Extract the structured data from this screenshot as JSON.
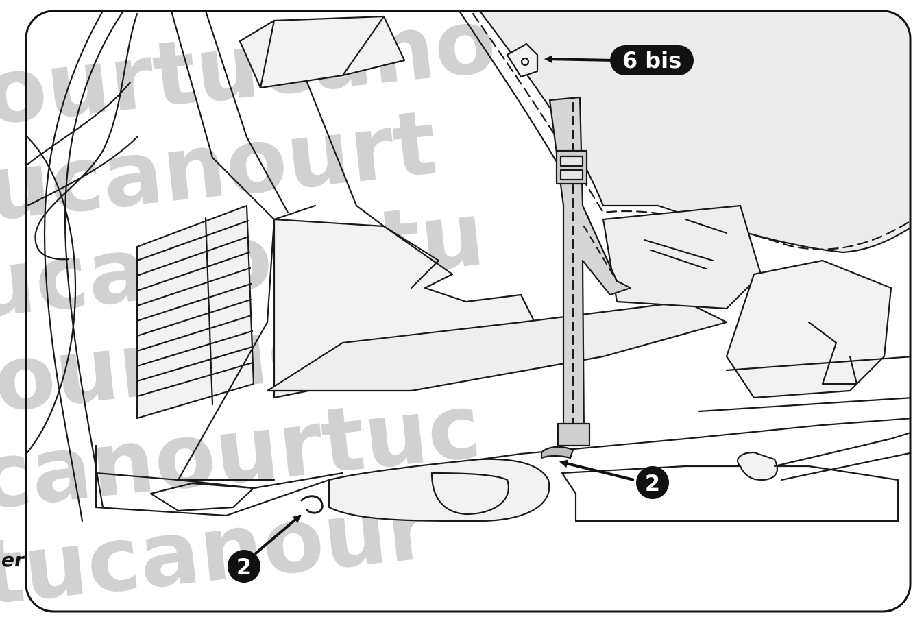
{
  "figure": {
    "callouts": [
      {
        "id": "strap-anchor-upper",
        "text": "6 bis"
      },
      {
        "id": "hook-right",
        "text": "2"
      },
      {
        "id": "hook-left",
        "text": "2"
      }
    ],
    "edge_fragments": {
      "bottom_left": "er"
    },
    "watermark": {
      "lines": [
        "ourtucano",
        "tucanourt",
        "ucanourtu",
        "nourtucan",
        "canourtuc",
        "rtucanour"
      ]
    },
    "colors": {
      "line": "#1a1a1a",
      "panel_fill": "#f2f2f2",
      "shaded_fill": "#dcdcdc",
      "strap_fill": "#d6d6d6",
      "watermark": "#c9c9c9",
      "badge": "#111111"
    }
  }
}
